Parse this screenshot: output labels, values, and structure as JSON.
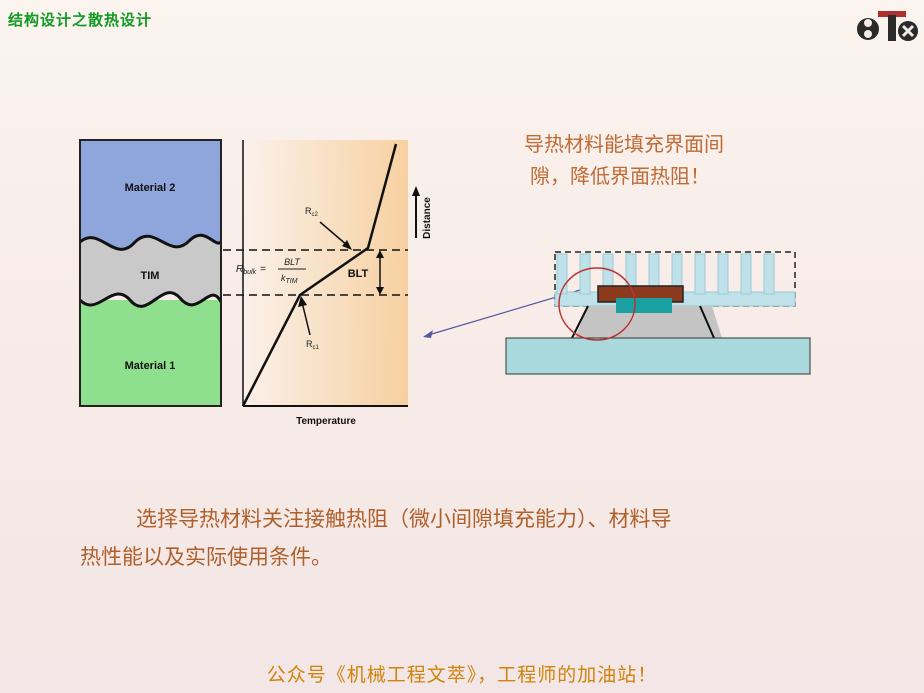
{
  "header": {
    "title": "结构设计之散热设计"
  },
  "logo": {
    "icon": "btx-logo",
    "colors": [
      "#2a2a2a",
      "#b03030"
    ]
  },
  "figure_left": {
    "material_top": "Material 2",
    "material_bottom": "Material 1",
    "tim_label": "TIM",
    "blt_label": "BLT",
    "rc_top": "R",
    "rc_top_sub": "c2",
    "rc_bottom": "R",
    "rc_bottom_sub": "c1",
    "rbulk_r": "R",
    "rbulk_sub": "bulk",
    "rbulk_eq": "=",
    "rbulk_num": "BLT",
    "rbulk_den_k": "k",
    "rbulk_den_sub": "TIM",
    "x_axis": "Temperature",
    "y_axis": "Distance",
    "colors": {
      "material_top": "#8fa6dc",
      "material_bottom": "#8ee08e",
      "tim": "#c9c9c9"
    }
  },
  "note": {
    "line1": "导热材料能填充界面间",
    "line2": "隙，降低界面热阻！"
  },
  "figure_right": {
    "colors": {
      "base": "#a9d9dc",
      "chip": "#8b3a1d",
      "die": "#1aa0a0",
      "tim": "#c4c4c4",
      "highlight": "#c03030"
    }
  },
  "body": {
    "line1": "选择导热材料关注接触热阻（微小间隙填充能力）、材料导",
    "line2": "热性能以及实际使用条件。"
  },
  "footer": {
    "text": "公众号《机械工程文萃》，工程师的加油站！"
  }
}
